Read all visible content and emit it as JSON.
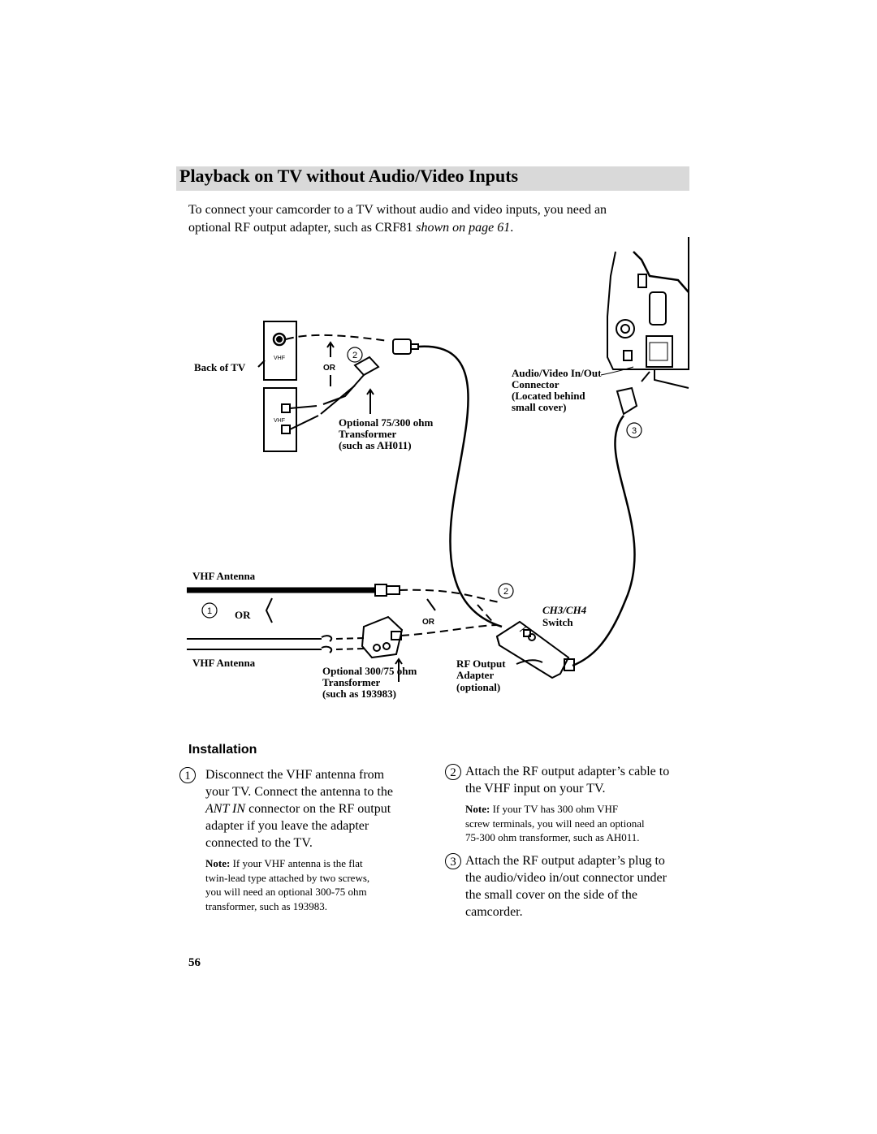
{
  "heading": "Playback on TV without Audio/Video Inputs",
  "intro": {
    "line1": "To connect your camcorder to a TV without audio and video inputs, you need an",
    "line2_plain": "optional RF output adapter, such as CRF81 ",
    "line2_italic": "shown on page 61",
    "line2_end": "."
  },
  "diagram": {
    "back_of_tv": "Back of TV",
    "vhf": "VHF",
    "or": "OR",
    "step_labels": [
      "1",
      "2",
      "3"
    ],
    "transformer_75_300": [
      "Optional 75/300 ohm",
      "Transformer",
      "(such as AH011)"
    ],
    "av_connector": [
      "Audio/Video In/Out",
      "Connector",
      "(Located behind",
      "small cover)"
    ],
    "vhf_antenna": "VHF Antenna",
    "ch_switch_italic": "CH3/CH4",
    "ch_switch": "Switch",
    "transformer_300_75": [
      "Optional 300/75 ohm",
      "Transformer",
      "(such as 193983)"
    ],
    "rf_adapter": [
      "RF Output",
      "Adapter",
      "(optional)"
    ]
  },
  "installation": {
    "heading": "Installation",
    "step1": {
      "num": "1",
      "lines": [
        "Disconnect the VHF antenna from",
        "your TV.  Connect the antenna to the"
      ],
      "line3_italic": "ANT IN",
      "line3_rest": " connector on the RF output",
      "lines_end": [
        "adapter if you leave the adapter",
        "connected to the TV."
      ],
      "note_label": "Note:",
      "note_lines": [
        " If your VHF antenna is the flat",
        "twin-lead type attached by two screws,",
        "you will need an optional 300-75 ohm",
        "transformer, such as 193983."
      ]
    },
    "step2": {
      "num": "2",
      "lines": [
        "Attach the RF output adapter’s cable to",
        "the VHF input on your TV."
      ],
      "note_label": "Note:",
      "note_lines": [
        " If your TV has 300 ohm VHF",
        "screw terminals, you will need an optional",
        "75-300 ohm transformer, such as AH011."
      ]
    },
    "step3": {
      "num": "3",
      "lines": [
        "Attach the RF output adapter’s plug to",
        "the audio/video in/out connector under",
        "the small cover on the side of the",
        "camcorder."
      ]
    }
  },
  "page_number": "56"
}
